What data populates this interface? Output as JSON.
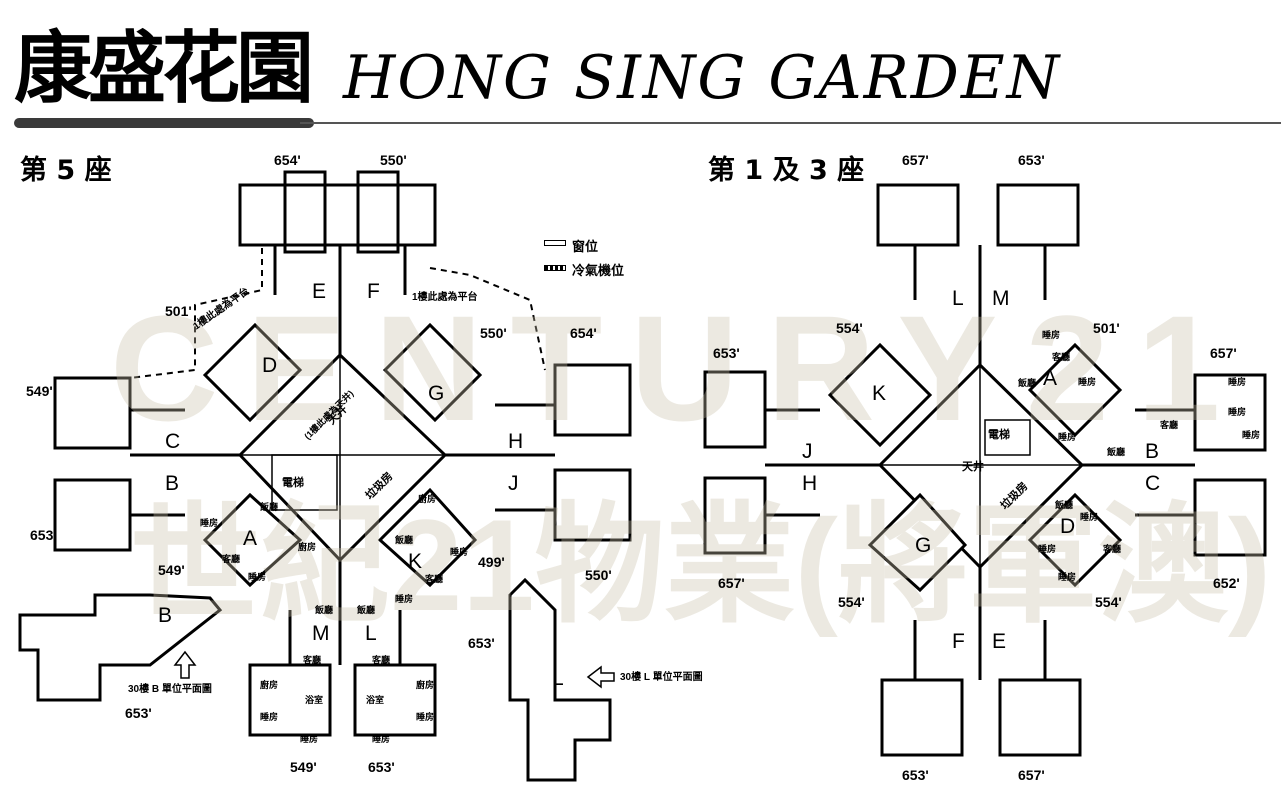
{
  "header": {
    "title_cn": "康盛花園",
    "title_en": "HONG SING GARDEN"
  },
  "buildings": {
    "left": "第 5 座",
    "right": "第 1 及 3 座"
  },
  "legend": {
    "window": "窗位",
    "ac": "冷氣機位"
  },
  "notes": {
    "platform_left": "1樓此處為平台",
    "platform_right": "1樓此處為平台",
    "patio": "天井",
    "patio_sub": "(1樓此處為天井)",
    "floor30_b": "30樓 B 單位平面圖",
    "floor30_l": "30樓 L 單位平面圖"
  },
  "facilities": {
    "lift": "電梯",
    "refuse": "垃圾房",
    "patio": "天井"
  },
  "rooms": {
    "living": "客廳",
    "bedroom": "睡房",
    "kitchen": "廚房",
    "dining": "飯廳",
    "bath": "浴室"
  },
  "units": {
    "left": [
      "A",
      "B",
      "C",
      "D",
      "E",
      "F",
      "G",
      "H",
      "J",
      "K",
      "L",
      "M"
    ],
    "right": [
      "A",
      "B",
      "C",
      "D",
      "E",
      "F",
      "G",
      "H",
      "J",
      "K",
      "L",
      "M"
    ],
    "detail": [
      "B",
      "L"
    ]
  },
  "areas": {
    "l_e": "654'",
    "l_f": "550'",
    "l_d": "501'",
    "l_g": "550'",
    "l_h": "654'",
    "l_c": "549'",
    "l_b": "653'",
    "l_a": "549'",
    "l_k": "499'",
    "l_j": "550'",
    "l_m": "549'",
    "l_l": "653'",
    "l_b30": "653'",
    "l_l30": "653'",
    "r_l": "657'",
    "r_m": "653'",
    "r_k": "554'",
    "r_a": "501'",
    "r_j": "653'",
    "r_b": "657'",
    "r_h": "657'",
    "r_c": "652'",
    "r_g": "554'",
    "r_d": "554'",
    "r_f": "653'",
    "r_e": "657'"
  },
  "watermark": {
    "top": "CENTURY21",
    "bottom": "世紀21物業(將軍澳)"
  }
}
